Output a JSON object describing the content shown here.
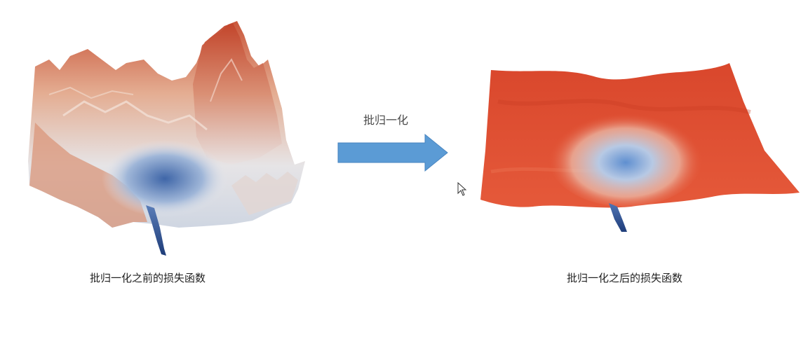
{
  "diagram": {
    "arrow_label": "批归一化",
    "caption_before": "批归一化之前的损失函数",
    "caption_after": "批归一化之后的损失函数"
  },
  "icons": {
    "arrow": "right-arrow-icon",
    "cursor": "mouse-pointer-icon"
  },
  "colors": {
    "arrow_fill": "#5B9BD5",
    "surface_peak": "#D9492B",
    "surface_mid": "#E8A082",
    "surface_valley": "#DCE3EE",
    "surface_minimum": "#2D4E8E"
  }
}
